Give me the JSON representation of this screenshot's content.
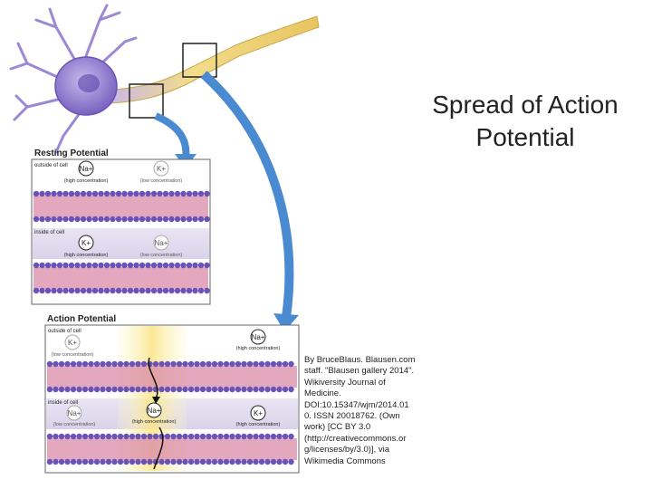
{
  "slide": {
    "title_line1": "Spread of Action",
    "title_line2": "Potential"
  },
  "resting_panel": {
    "heading": "Resting Potential",
    "outside_label": "outside of cell",
    "inside_label": "inside of cell",
    "na_top_ion": "Na+",
    "na_top_conc": "(high concentration)",
    "k_top_ion": "K+",
    "k_top_conc": "(low concentration)",
    "k_bottom_ion": "K+",
    "k_bottom_conc": "(high concentration)",
    "na_bottom_ion": "Na+",
    "na_bottom_conc": "(low concentration)"
  },
  "action_panel": {
    "heading": "Action Potential",
    "outside_label": "outside of cell",
    "inside_label": "inside of cell",
    "k_top_ion": "K+",
    "k_top_conc": "(low concentration)",
    "na_top_ion": "Na+",
    "na_top_conc": "(high concentration)",
    "na_bottom_ion": "Na+",
    "na_bottom_conc": "(low concentration)",
    "na_center_ion": "Na+",
    "na_center_conc": "(high concentration)",
    "k_bottom_ion": "K+",
    "k_bottom_conc": "(high concentration)"
  },
  "credit": {
    "lines": [
      "By BruceBlaus. Blausen.com",
      "staff. \"Blausen gallery 2014\".",
      "Wikiversity Journal of",
      "Medicine.",
      "DOI:10.15347/wjm/2014.01",
      "0. ISSN 20018762. (Own",
      "work) [CC BY 3.0",
      "(http://creativecommons.or",
      "g/licenses/by/3.0)], via",
      "Wikimedia Commons"
    ]
  },
  "colors": {
    "membrane_purple": "#6a52b8",
    "membrane_pink": "#d98aa8",
    "arrow_blue": "#4a8ad0",
    "neuron_purple": "#8a74c8",
    "axon_gold": "#e8c460",
    "highlight_yellow": "#fbeeaa"
  }
}
